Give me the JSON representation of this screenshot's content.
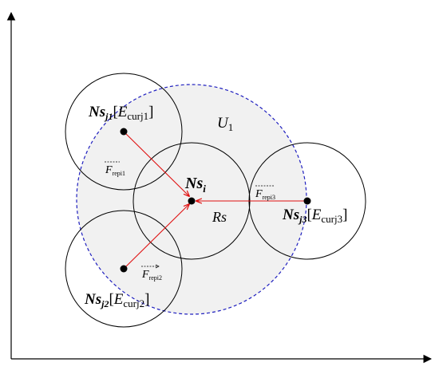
{
  "colors": {
    "axis": "#000000",
    "circle": "#000000",
    "region_fill": "#f1f1f1",
    "region_border": "#1f1fbf",
    "arrow": "#e01010",
    "node": "#000000"
  },
  "region_label": {
    "base": "U",
    "sub": "1"
  },
  "radius_label": "Rs",
  "center_node": {
    "name": "Ns",
    "sub": "i"
  },
  "nodes": [
    {
      "name": "Ns",
      "sub": "j1",
      "energy_open": "[",
      "energy_var": "E",
      "energy_sub": "curj1",
      "energy_close": "]"
    },
    {
      "name": "Ns",
      "sub": "j2",
      "energy_open": "[",
      "energy_var": "E",
      "energy_sub": "curj2",
      "energy_close": "]"
    },
    {
      "name": "Ns",
      "sub": "j3",
      "energy_open": "[",
      "energy_var": "E",
      "energy_sub": "curj3",
      "energy_close": "]"
    }
  ],
  "forces": [
    {
      "var": "F",
      "sub": "repi1"
    },
    {
      "var": "F",
      "sub": "repi2"
    },
    {
      "var": "F",
      "sub": "repi3"
    }
  ]
}
